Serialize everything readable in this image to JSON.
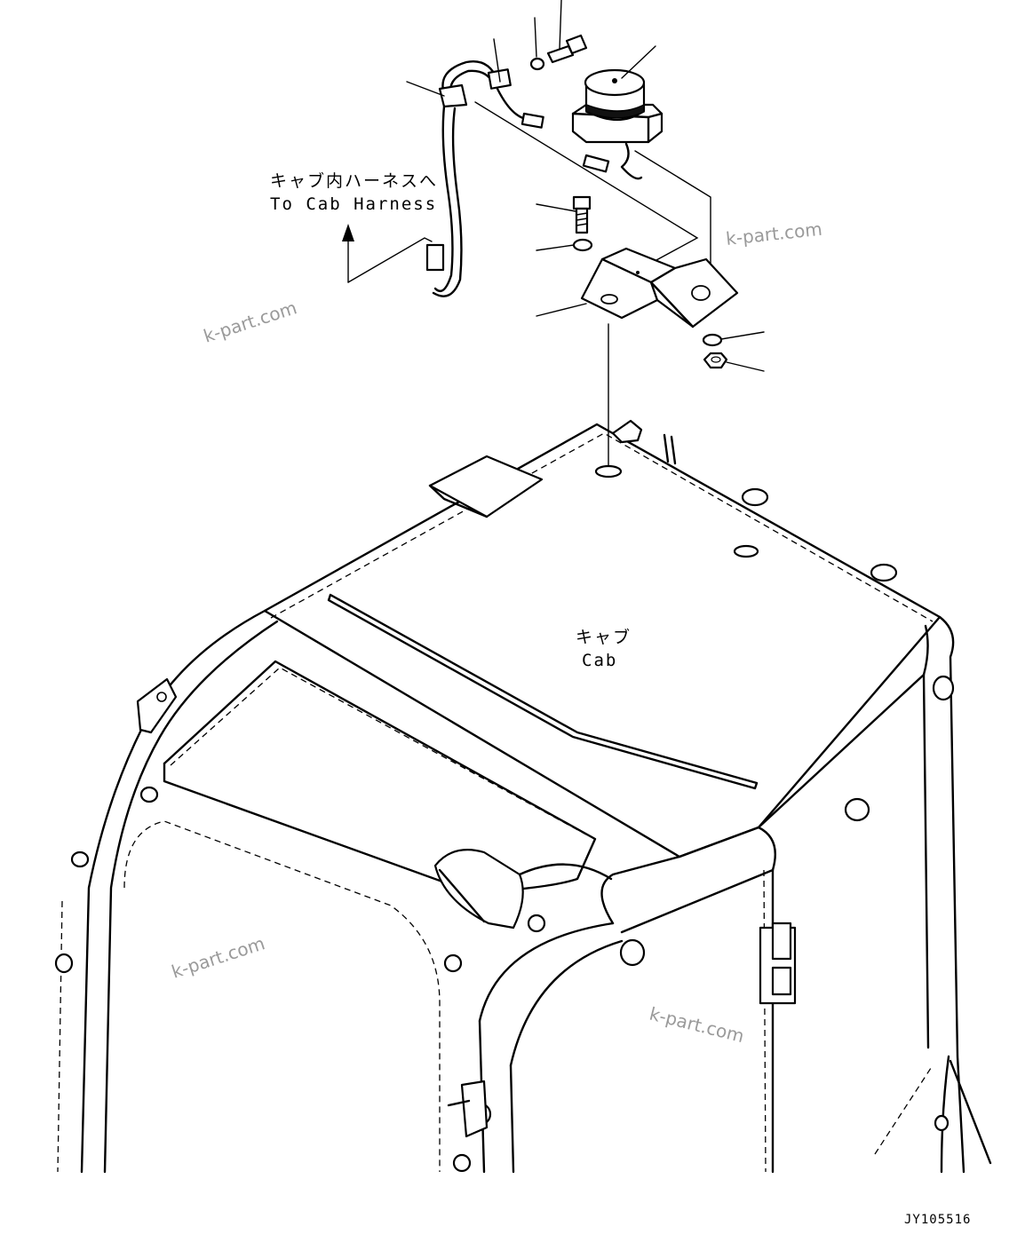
{
  "labels": {
    "harness_jp": "キャブ内ハーネスへ",
    "harness_en": "To Cab Harness",
    "cab_jp": "キャブ",
    "cab_en": "Cab"
  },
  "watermarks": [
    "k-part.com",
    "k-part.com",
    "k-part.com",
    "k-part.com"
  ],
  "drawing_code": "JY105516"
}
